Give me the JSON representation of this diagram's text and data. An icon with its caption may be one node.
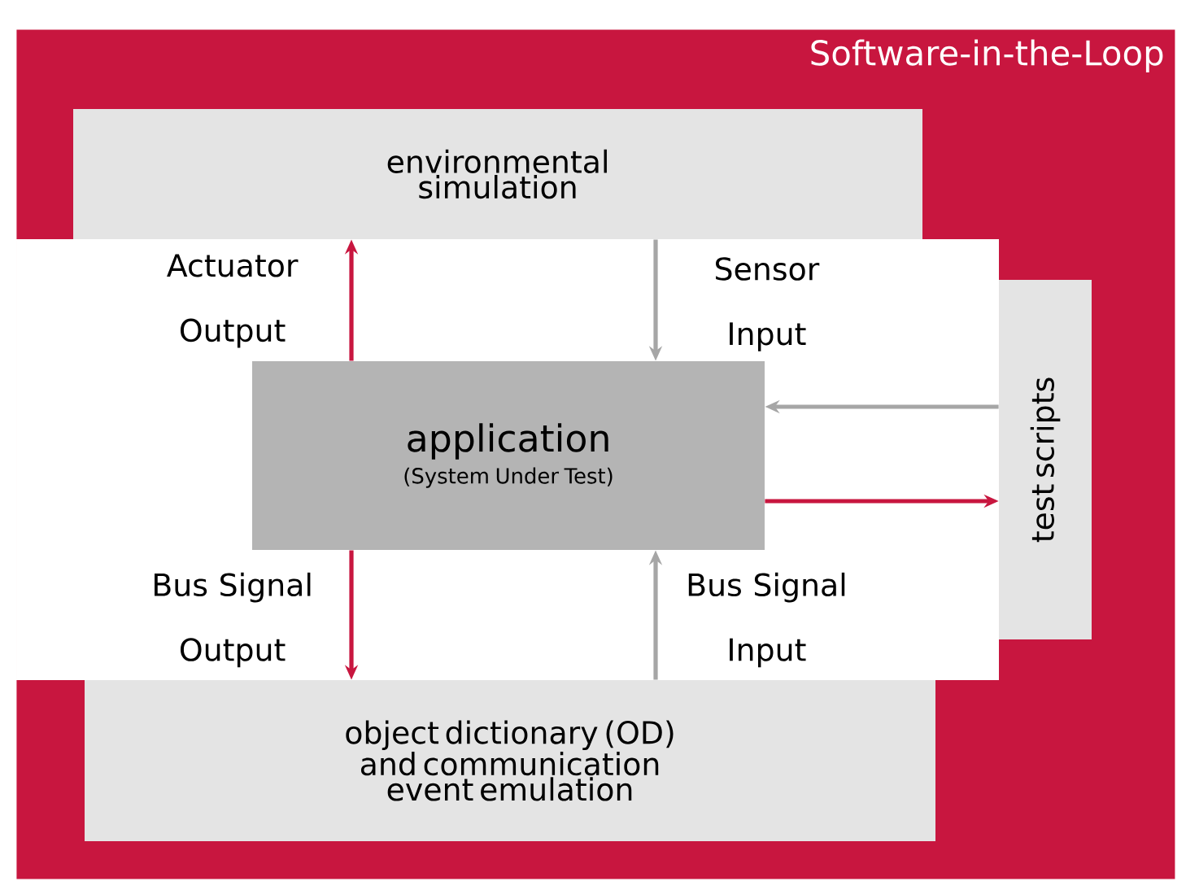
{
  "diagram": {
    "nodes": [
      {
        "text": [
          "Software-in-the-Loop"
        ]
      },
      {
        "text": [
          "environmental simulation"
        ],
        "in": 0
      },
      {
        "text": [
          "application",
          "(System Under Test)"
        ],
        "in": 0
      },
      {
        "text": [
          "test scripts"
        ],
        "in": 0
      },
      {
        "text": [
          "object dictionary (OD) and communication event emulation"
        ],
        "in": 0
      }
    ],
    "edges": [
      {
        "from": 2,
        "to": 1,
        "arrow": "to",
        "label": "Actuator Output",
        "color": "#c8163f"
      },
      {
        "from": 1,
        "to": 2,
        "arrow": "to",
        "label": "Sensor Input",
        "color": "#a6a6a6"
      },
      {
        "from": 3,
        "to": 2,
        "arrow": "to",
        "color": "#a6a6a6"
      },
      {
        "from": 2,
        "to": 3,
        "arrow": "to",
        "color": "#c8163f"
      },
      {
        "from": 2,
        "to": 4,
        "arrow": "to",
        "label": "Bus Signal Output",
        "color": "#c8163f"
      },
      {
        "from": 4,
        "to": 2,
        "arrow": "to",
        "label": "Bus Signal Input",
        "color": "#a6a6a6"
      }
    ]
  }
}
